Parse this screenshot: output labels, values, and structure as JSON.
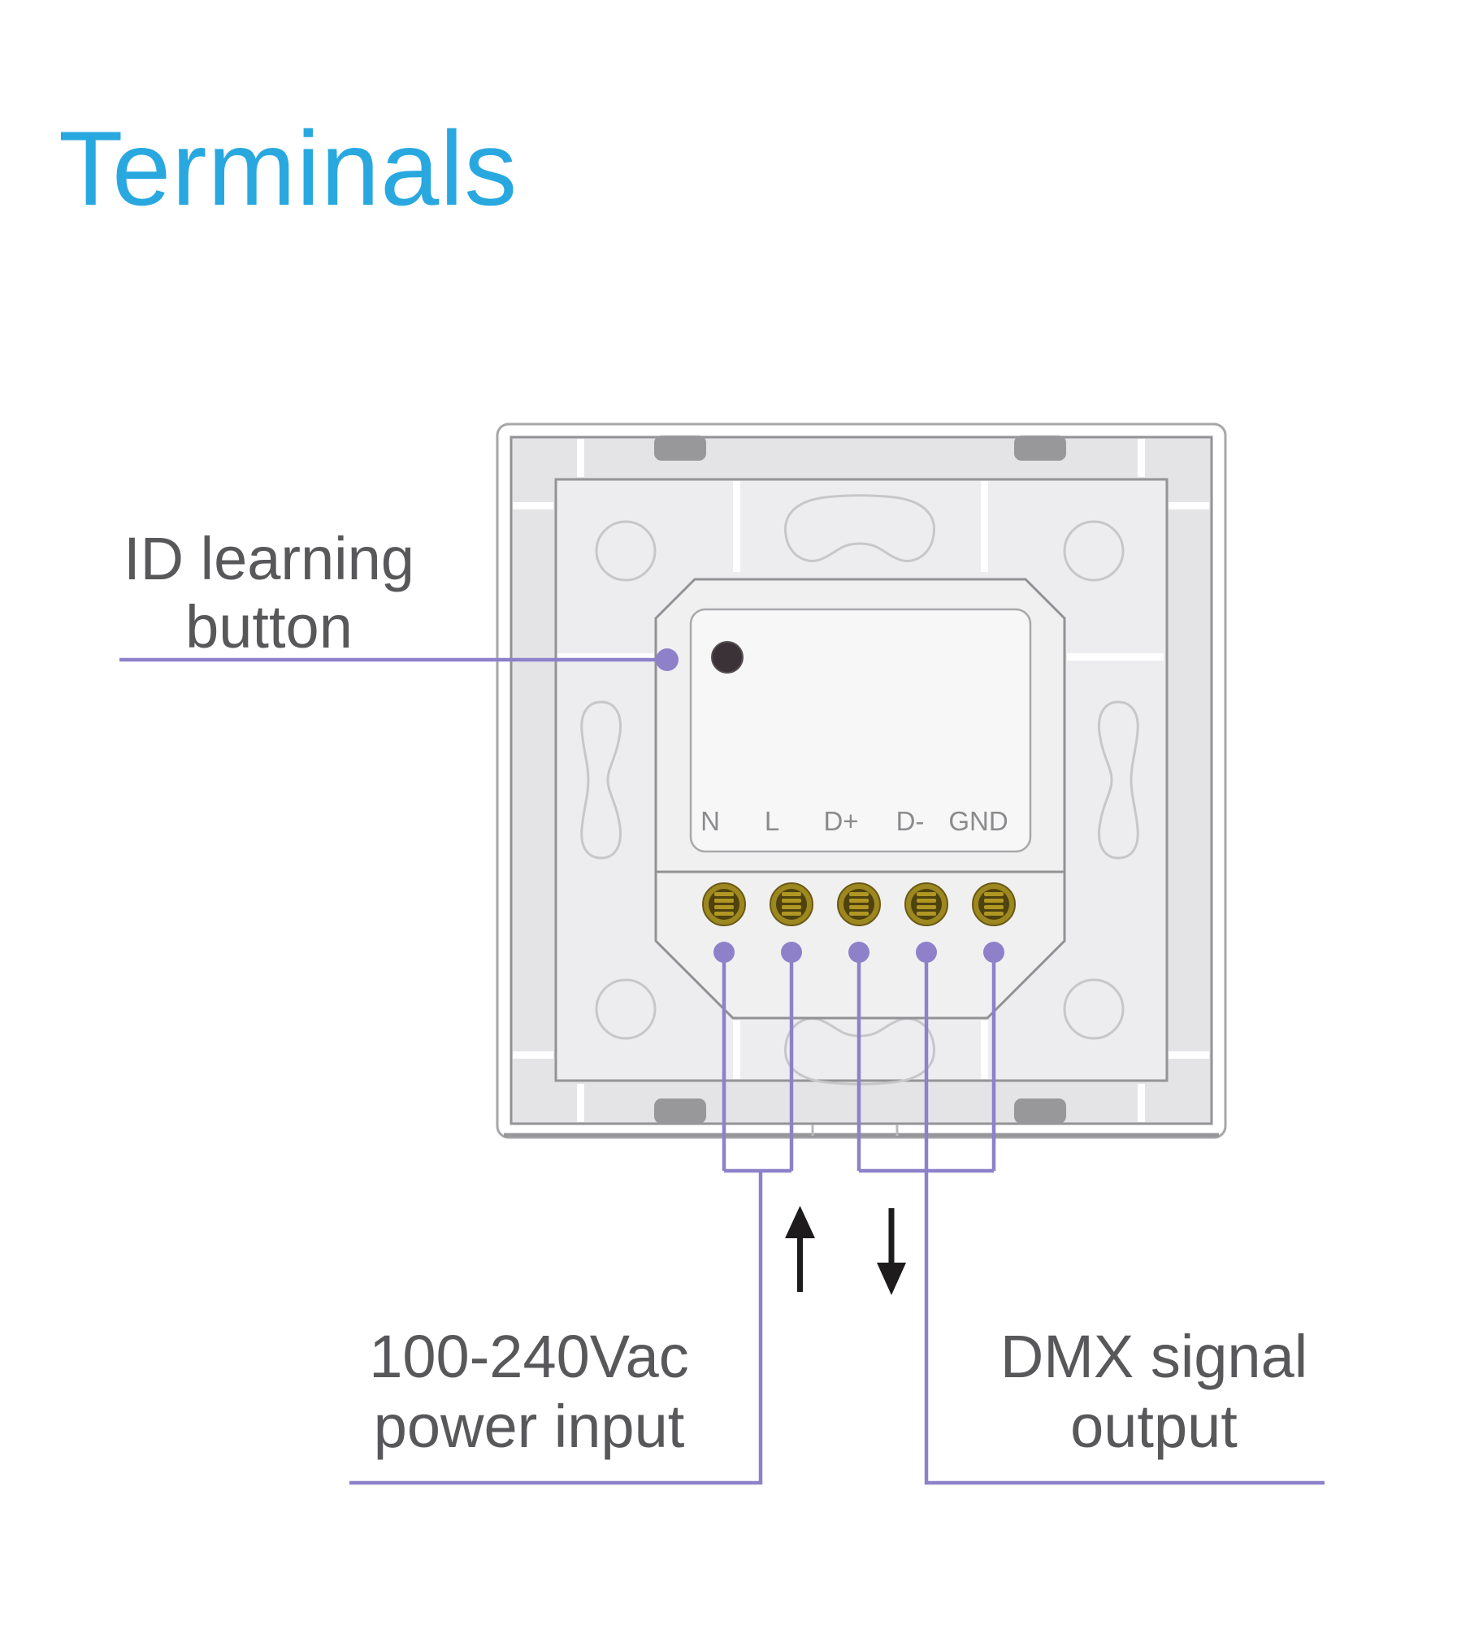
{
  "title": "Terminals",
  "callouts": {
    "id_button": {
      "line1": "ID learning",
      "line2": "button"
    },
    "power": {
      "line1": "100-240Vac",
      "line2": "power input"
    },
    "dmx": {
      "line1": "DMX signal",
      "line2": "output"
    }
  },
  "device": {
    "terminals": [
      "N",
      "L",
      "D+",
      "D-",
      "GND"
    ],
    "screw_count": 5,
    "id_button_shape": "black-round-button"
  },
  "icons": {
    "power_flow": "up-arrow",
    "signal_flow": "down-arrow"
  },
  "colors": {
    "title": "#29a8e0",
    "label_text": "#58585b",
    "terminal_text": "#8b8b8e",
    "wire_purple": "#8e81c9",
    "arrow_black": "#1d1b1c",
    "screw_gold": "#9d871f",
    "plate_gray": "#e4e4e6",
    "glass_gray": "#ededef"
  }
}
